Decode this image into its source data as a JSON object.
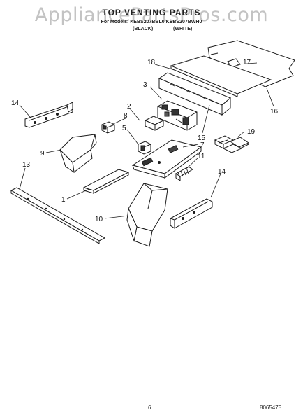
{
  "watermark": "AppliancePartsPros.com",
  "header": {
    "title": "TOP VENTING PARTS",
    "models": "For Models: KEBS207BBL0 KEBS207BWH0",
    "color_left": "(BLACK)",
    "color_right": "(WHITE)"
  },
  "callouts": {
    "c2": "2",
    "c3": "3",
    "c5": "5",
    "c7": "7",
    "c8": "8",
    "c9": "9",
    "c10": "10",
    "c11": "11",
    "c13": "13",
    "c14a": "14",
    "c14b": "14",
    "c15": "15",
    "c16": "16",
    "c17": "17",
    "c18": "18",
    "c19": "19",
    "c1": "1"
  },
  "footer": {
    "page_number": "6",
    "doc_number": "8065475"
  },
  "colors": {
    "line": "#1a1a1a",
    "watermark": "#b9b9b9"
  }
}
